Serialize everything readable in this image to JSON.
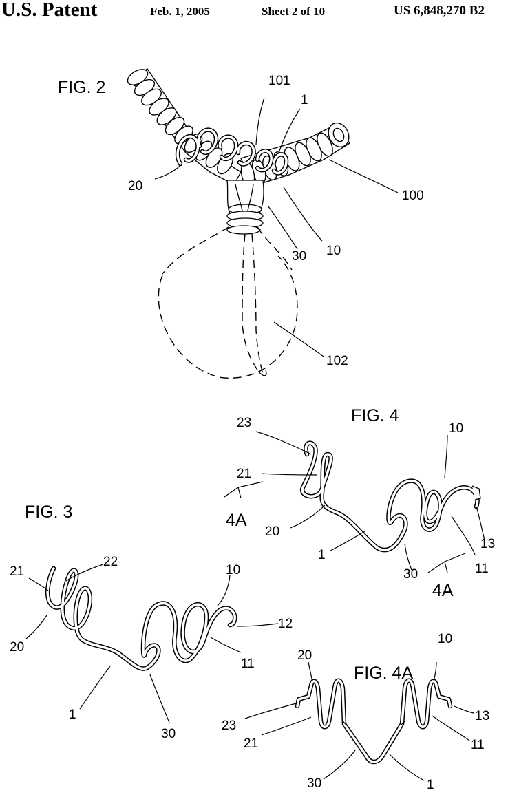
{
  "header": {
    "title": "U.S. Patent",
    "date": "Feb. 1, 2005",
    "sheet": "Sheet 2 of 10",
    "patent_number": "US 6,848,270 B2"
  },
  "figures": {
    "fig2": {
      "title": "FIG. 2",
      "labels": {
        "l101": "101",
        "l1": "1",
        "l20": "20",
        "l100": "100",
        "l10": "10",
        "l30": "30",
        "l102": "102"
      }
    },
    "fig3": {
      "title": "FIG. 3",
      "labels": {
        "l21": "21",
        "l22": "22",
        "l20": "20",
        "l10": "10",
        "l12": "12",
        "l11": "11",
        "l1": "1",
        "l30": "30"
      }
    },
    "fig4": {
      "title": "FIG. 4",
      "labels": {
        "l23": "23",
        "l21": "21",
        "l4a_left": "4A",
        "l20": "20",
        "l10": "10",
        "l13": "13",
        "l1": "1",
        "l30": "30",
        "l11": "11",
        "l4a_right": "4A"
      }
    },
    "fig4a": {
      "title": "FIG. 4A",
      "labels": {
        "l20": "20",
        "l10": "10",
        "l23": "23",
        "l21": "21",
        "l13": "13",
        "l11": "11",
        "l30": "30",
        "l1": "1"
      }
    }
  }
}
